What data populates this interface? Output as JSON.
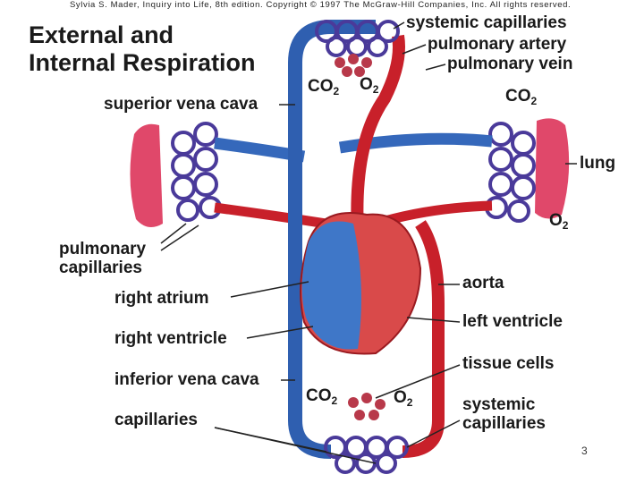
{
  "copyright": "Sylvia S. Mader, Inquiry into Life, 8th edition. Copyright © 1997 The McGraw-Hill Companies, Inc. All rights reserved.",
  "title_line1": "External and",
  "title_line2": "Internal Respiration",
  "labels": {
    "systemic_capillaries_top": "systemic capillaries",
    "pulmonary_artery": "pulmonary artery",
    "pulmonary_vein": "pulmonary vein",
    "superior_vena_cava": "superior vena cava",
    "lung": "lung",
    "pulmonary_capillaries_1": "pulmonary",
    "pulmonary_capillaries_2": "capillaries",
    "right_atrium": "right atrium",
    "right_ventricle": "right ventricle",
    "inferior_vena_cava": "inferior vena cava",
    "capillaries": "capillaries",
    "aorta": "aorta",
    "left_ventricle": "left ventricle",
    "tissue_cells": "tissue cells",
    "systemic_capillaries_bottom_1": "systemic",
    "systemic_capillaries_bottom_2": "capillaries"
  },
  "gases": {
    "co2_base": "CO",
    "co2_sub": "2",
    "o2_base": "O",
    "o2_sub": "2"
  },
  "page_number": "3",
  "colors": {
    "deoxygenated": "#2f5fb0",
    "oxygenated": "#c8202a",
    "capillary": "#4a3a9a",
    "lung": "#e0486a"
  }
}
